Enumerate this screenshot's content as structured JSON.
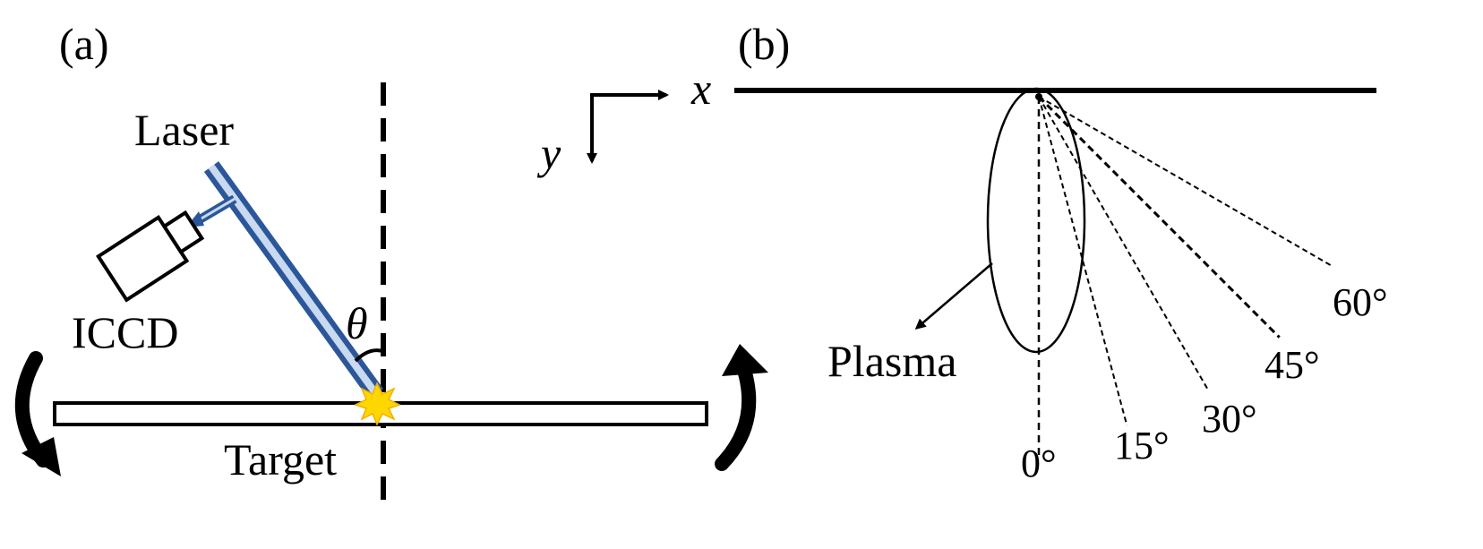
{
  "panel_a": {
    "label": "(a)",
    "laser": "Laser",
    "camera": "ICCD",
    "angle_symbol": "θ",
    "target": "Target"
  },
  "panel_b": {
    "label": "(b)",
    "axis_x": "x",
    "axis_y": "y",
    "plasma": "Plasma",
    "angles": [
      {
        "deg": 0,
        "label": "0°"
      },
      {
        "deg": 15,
        "label": "15°"
      },
      {
        "deg": 30,
        "label": "30°"
      },
      {
        "deg": 45,
        "label": "45°"
      },
      {
        "deg": 60,
        "label": "60°"
      }
    ]
  },
  "colors": {
    "laser_beam": "#2b579a",
    "laser_core": "#c9d9f0",
    "spark": "#ffd700",
    "ink": "#000000"
  }
}
